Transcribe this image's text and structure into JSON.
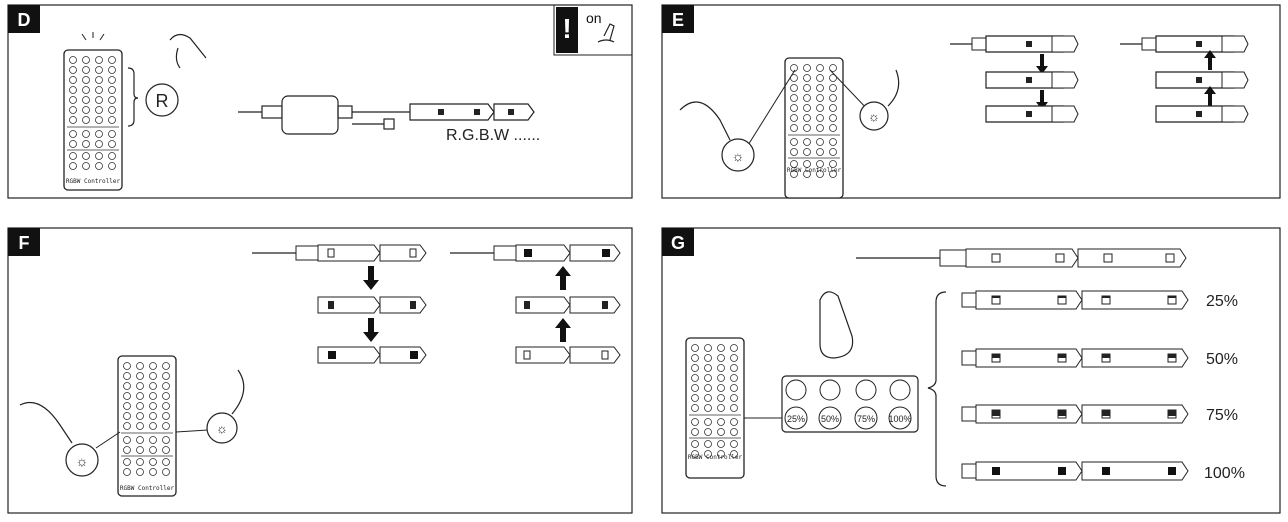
{
  "panels": {
    "d": {
      "letter": "D",
      "on_label": "on",
      "reset_label": "R",
      "channel_label": "R.G.B.W ......"
    },
    "e": {
      "letter": "E"
    },
    "f": {
      "letter": "F"
    },
    "g": {
      "letter": "G",
      "brightness_buttons": [
        "25%",
        "50%",
        "75%",
        "100%"
      ],
      "levels": [
        "25%",
        "50%",
        "75%",
        "100%"
      ]
    }
  },
  "remote": {
    "caption": "RGBW Controller"
  },
  "colors": {
    "line": "#222222",
    "background": "#ffffff",
    "badge": "#111111"
  }
}
